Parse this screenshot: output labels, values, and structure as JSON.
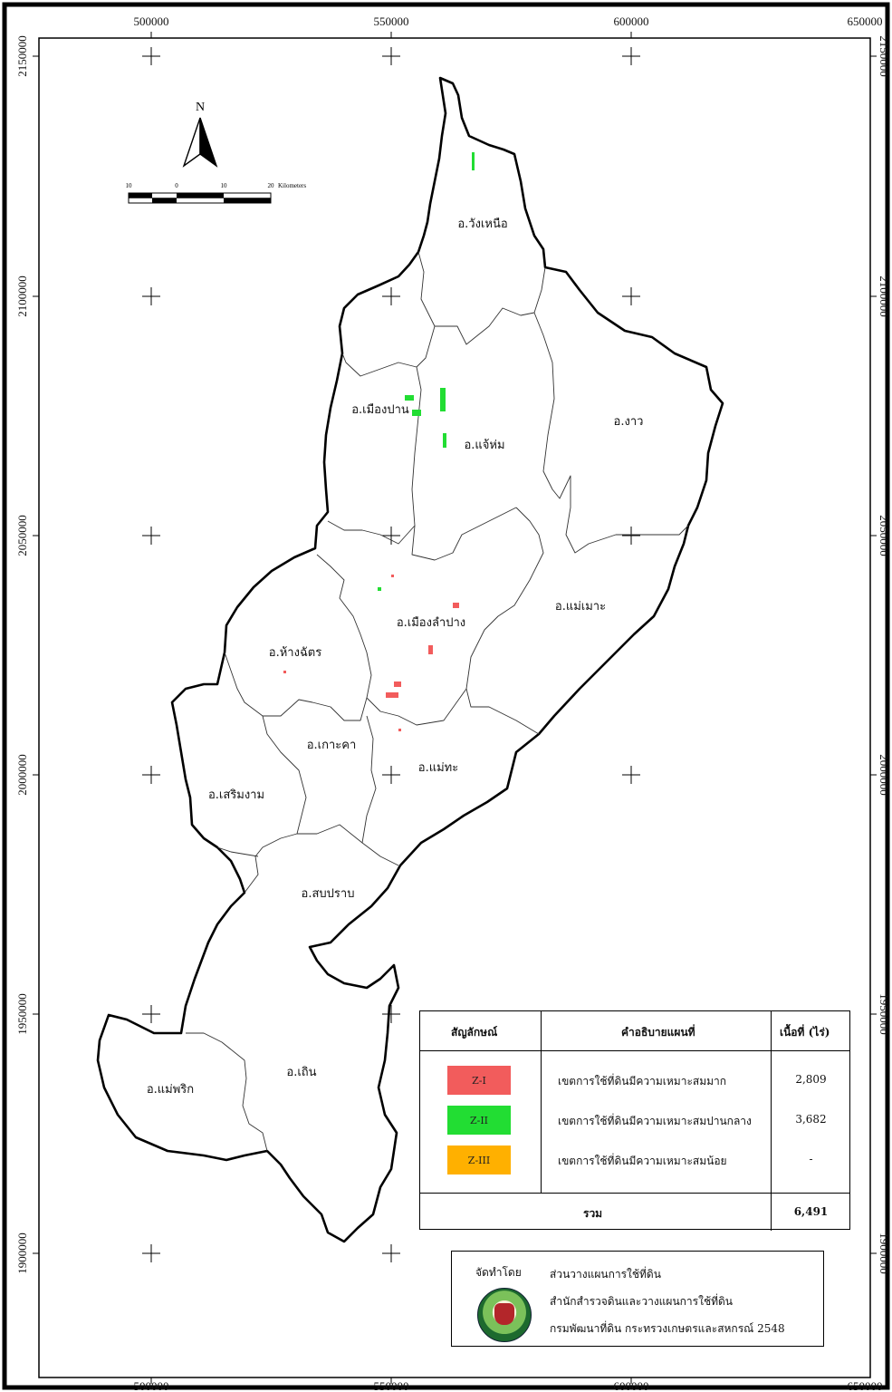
{
  "map": {
    "north_label": "N",
    "scale_bar": {
      "ticks": [
        "10",
        "0",
        "10",
        "20"
      ],
      "unit": "Kilometers"
    },
    "grid_x_labels": [
      "500000",
      "550000",
      "600000",
      "650000"
    ],
    "grid_y_labels": [
      "2150000",
      "2100000",
      "2050000",
      "2000000",
      "1950000",
      "1900000"
    ],
    "districts": [
      "อ.วังเหนือ",
      "อ.เมืองปาน",
      "อ.แจ้ห่ม",
      "อ.งาว",
      "อ.แม่เมาะ",
      "อ.เมืองลำปาง",
      "อ.ห้างฉัตร",
      "อ.เกาะคา",
      "อ.แม่ทะ",
      "อ.เสริมงาม",
      "อ.สบปราบ",
      "อ.เถิน",
      "อ.แม่พริก"
    ],
    "colors": {
      "z1": "#f25c5c",
      "z2": "#22dd33",
      "z3": "#ffb000"
    }
  },
  "legend": {
    "headers": {
      "symbol": "สัญลักษณ์",
      "description": "คำอธิบายแผนที่",
      "area": "เนื้อที่ (ไร่)"
    },
    "rows": [
      {
        "code": "Z-I",
        "description": "เขตการใช้ที่ดินมีความเหมาะสมมาก",
        "area": "2,809"
      },
      {
        "code": "Z-II",
        "description": "เขตการใช้ที่ดินมีความเหมาะสมปานกลาง",
        "area": "3,682"
      },
      {
        "code": "Z-III",
        "description": "เขตการใช้ที่ดินมีความเหมาะสมน้อย",
        "area": "-"
      }
    ],
    "total_label": "รวม",
    "total_area": "6,491"
  },
  "credit": {
    "label": "จัดทำโดย",
    "lines": [
      "ส่วนวางแผนการใช้ที่ดิน",
      "สำนักสำรวจดินและวางแผนการใช้ที่ดิน",
      "กรมพัฒนาที่ดิน กระทรวงเกษตรและสหกรณ์ 2548"
    ]
  }
}
